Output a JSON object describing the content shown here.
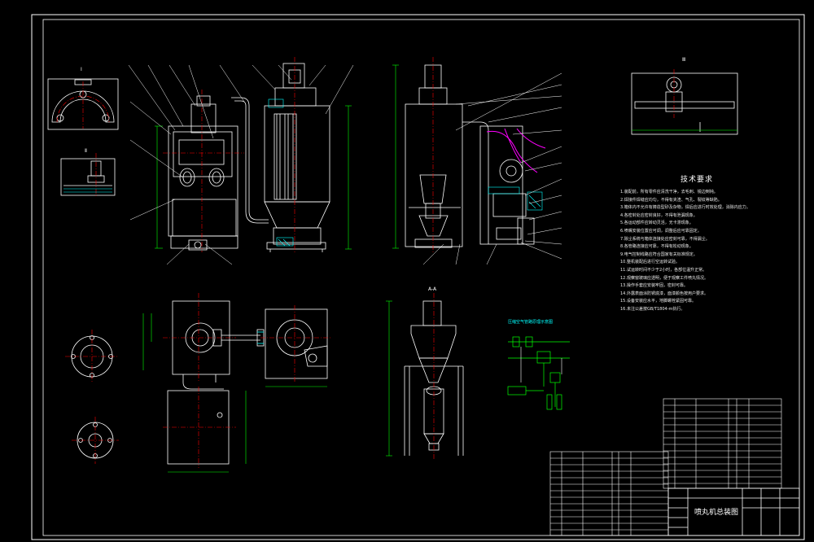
{
  "drawing": {
    "name": "喷丸机总装图",
    "notes_title": "技术要求",
    "notes": [
      "1.装配前，所有零件应清洗干净，去毛刺、锐边倒钝。",
      "2.焊接件焊缝应均匀，不得有夹渣、气孔、裂纹等缺陷。",
      "3.箱体内不允许有铸造型砂及杂物，焊后应进行时效处理，消除内应力。",
      "4.各密封处应密封良好，不得有泄漏现象。",
      "5.各运动部件应转动灵活，无卡滞现象。",
      "6.喷嘴安装位置应可调，调整后应可靠固定。",
      "7.除尘系统与箱体连接处应密封可靠，不得漏尘。",
      "8.各管路连接应可靠，不得有松动现象。",
      "9.电气控制线路应符合国家有关标准规定。",
      "10.整机装配后进行空运转试验。",
      "11.试运转时间不少于2小时，各部位温升正常。",
      "12.观察窗玻璃应透明，便于观察工件喷丸情况。",
      "13.操作手套应安装牢固，密封可靠。",
      "14.外露表面涂防锈底漆，面漆颜色按用户要求。",
      "15.设备安装应水平，地脚螺栓紧固可靠。",
      "16.未注公差按GB/T1804-m执行。"
    ],
    "pneumatic_title": "压缩空气管路原理示意图",
    "view_marks": [
      "A-A",
      "Ⅰ",
      "Ⅱ",
      "Ⅲ"
    ],
    "colors": {
      "background": "#000000",
      "outline": "#ffffff",
      "center_line": "#ff0000",
      "dimension": "#00ff00",
      "hatch": "#00ffff",
      "hose": "#ff00ff",
      "leader": "#ffff00"
    }
  }
}
